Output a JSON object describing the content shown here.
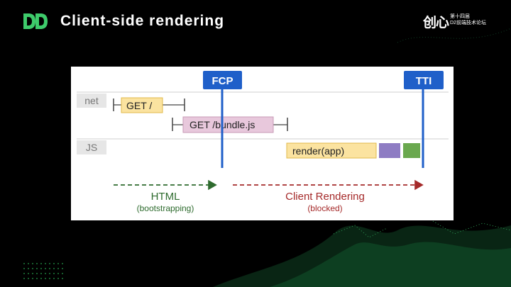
{
  "header": {
    "title": "Client-side rendering",
    "conference_mark": "创心",
    "conference_line1": "第十四届",
    "conference_line2": "D2前端技术论坛"
  },
  "diagram": {
    "markers": {
      "fcp": "FCP",
      "tti": "TTI"
    },
    "rows": {
      "net": "net",
      "js": "JS"
    },
    "requests": {
      "html": "GET /",
      "bundle": "GET /bundle.js"
    },
    "tasks": {
      "render": "render(app)"
    },
    "phases": {
      "html_label": "HTML",
      "html_sub": "(bootstrapping)",
      "client_label": "Client Rendering",
      "client_sub": "(blocked)"
    },
    "colors": {
      "marker_blue": "#1f5fc9",
      "html_green": "#2e6b2e",
      "client_red": "#a52a2a",
      "request_yellow": "#fbe3a0",
      "request_pink": "#e8c8dc",
      "task_purple": "#8e7cc3",
      "task_green": "#6aa84f",
      "row_gray": "#e6e6e6"
    }
  }
}
